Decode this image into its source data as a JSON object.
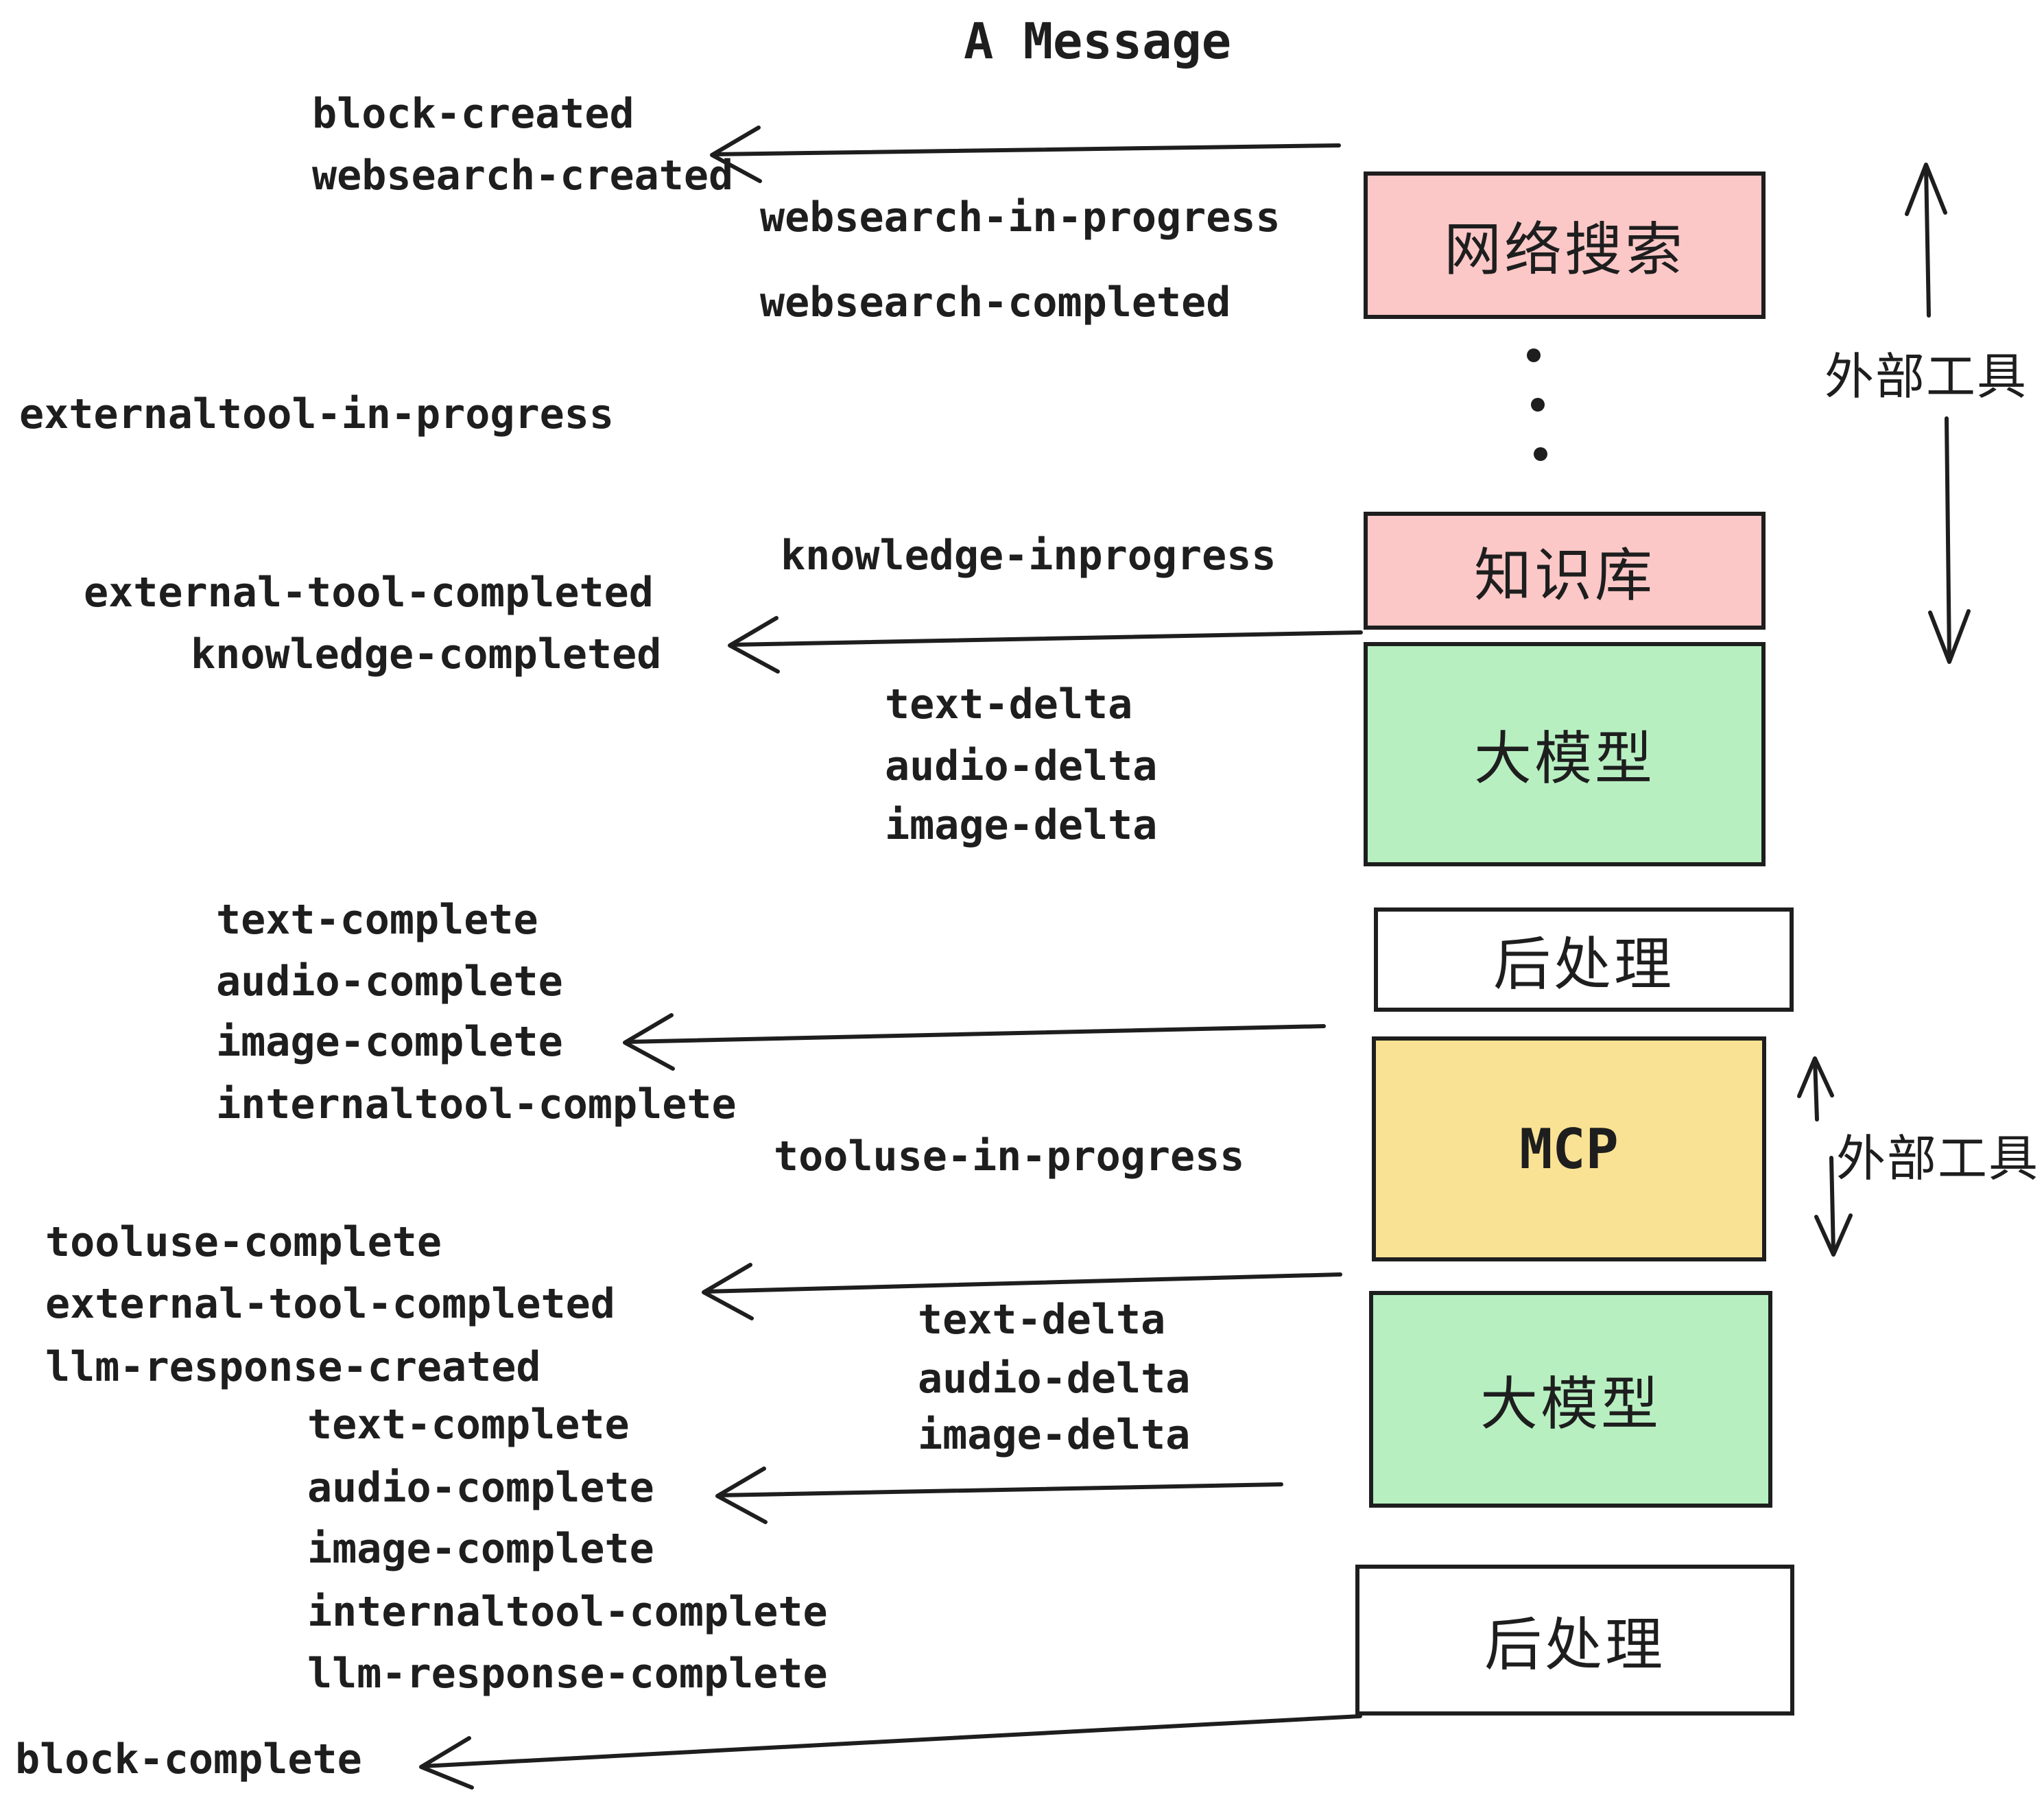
{
  "title": "A Message",
  "colors": {
    "ink": "#1e1e1e",
    "pink": "#fbc7c7",
    "green": "#b7efc1",
    "yellow": "#f9e294",
    "white": "#ffffff"
  },
  "boxes": [
    {
      "label": "网络搜索",
      "color": "#fbc7c7"
    },
    {
      "label": "知识库",
      "color": "#fbc7c7"
    },
    {
      "label": "大模型",
      "color": "#b7efc1"
    },
    {
      "label": "后处理",
      "color": "#ffffff"
    },
    {
      "label": "MCP",
      "color": "#f9e294"
    },
    {
      "label": "大模型",
      "color": "#b7efc1"
    },
    {
      "label": "后处理",
      "color": "#ffffff"
    }
  ],
  "side_labels": {
    "top": "外部工具",
    "bottom": "外部工具"
  },
  "events": {
    "block_created": "block-created",
    "websearch_created": "websearch-created",
    "websearch_in_progress": "websearch-in-progress",
    "websearch_completed": "websearch-completed",
    "externaltool_in_progress": "externaltool-in-progress",
    "knowledge_inprogress": "knowledge-inprogress",
    "external_tool_completed_top": "external-tool-completed",
    "knowledge_completed": "knowledge-completed",
    "text_delta_top": "text-delta",
    "audio_delta_top": "audio-delta",
    "image_delta_top": "image-delta",
    "text_complete_top": "text-complete",
    "audio_complete_top": "audio-complete",
    "image_complete_top": "image-complete",
    "internaltool_complete_top": "internaltool-complete",
    "tooluse_in_progress": "tooluse-in-progress",
    "tooluse_complete": "tooluse-complete",
    "external_tool_completed_bottom": "external-tool-completed",
    "llm_response_created": "llm-response-created",
    "text_delta_bottom": "text-delta",
    "audio_delta_bottom": "audio-delta",
    "image_delta_bottom": "image-delta",
    "text_complete_bottom": "text-complete",
    "audio_complete_bottom": "audio-complete",
    "image_complete_bottom": "image-complete",
    "internaltool_complete_bottom": "internaltool-complete",
    "llm_response_complete": "llm-response-complete",
    "block_complete": "block-complete"
  }
}
